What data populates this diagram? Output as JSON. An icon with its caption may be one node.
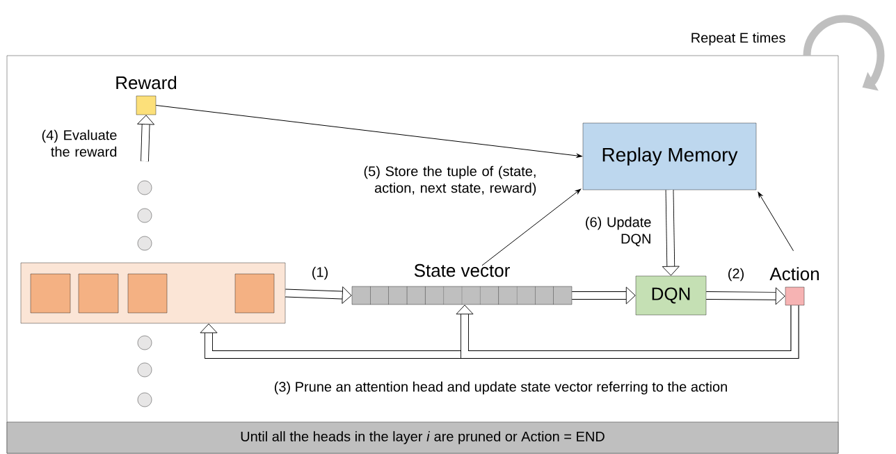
{
  "diagram": {
    "nodes": [
      {
        "text": [],
        "shape": "box",
        "beside": [
          "Repeat E times"
        ]
      },
      {
        "text": [
          "Reward"
        ],
        "in": 0
      },
      {
        "text": [
          "Replay Memory"
        ],
        "in": 0
      },
      {
        "text": [],
        "shape": "box",
        "in": 0
      },
      {
        "text": [],
        "shape": "box",
        "in": 3
      },
      {
        "text": [],
        "shape": "box",
        "in": 3
      },
      {
        "text": [],
        "shape": "box",
        "in": 3
      },
      {
        "text": [],
        "shape": "box",
        "in": 3
      },
      {
        "text": [
          "State vector"
        ],
        "in": 0
      },
      {
        "text": [
          "DQN"
        ],
        "in": 0
      },
      {
        "text": [
          "Action"
        ],
        "in": 0
      },
      {
        "text": [
          "Until all the heads in the layer *i* are pruned or Action = END"
        ],
        "in": 0
      }
    ],
    "edges": [
      {
        "from": 1,
        "to": 2,
        "arrow": "to"
      },
      {
        "from": 8,
        "to": 2,
        "arrow": "to",
        "label": "(5) Store the tuple of (state, action, next state, reward)"
      },
      {
        "from": 10,
        "to": 2,
        "arrow": "to"
      },
      {
        "from": 3,
        "to": 8,
        "arrow": "to",
        "label": "(1)"
      },
      {
        "from": 8,
        "to": 9,
        "arrow": "to"
      },
      {
        "from": 2,
        "to": 9,
        "arrow": "to",
        "label": "(6) Update DQN"
      },
      {
        "from": 9,
        "to": 10,
        "arrow": "to",
        "label": "(2)"
      },
      {
        "from": 10,
        "to": 3,
        "arrow": "to",
        "label": "(3) Prune an attention head and update state vector referring to the action"
      },
      {
        "from": 10,
        "to": 8,
        "arrow": "to"
      },
      {
        "from": null,
        "to": 1,
        "arrow": "to",
        "label": "(4) Evaluate the reward"
      }
    ]
  }
}
